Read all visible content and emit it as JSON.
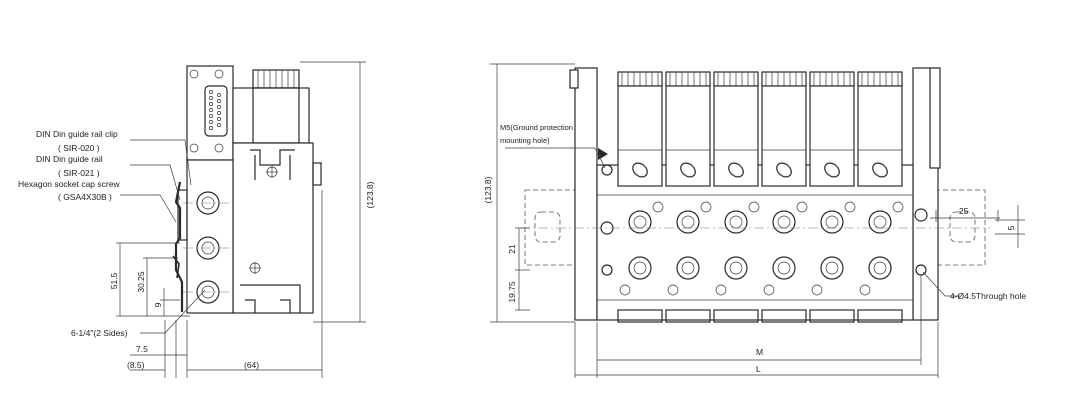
{
  "side_view": {
    "callouts": {
      "din_clip": "DIN Din guide rail clip",
      "din_clip_code": "( SIR-020 )",
      "din_rail": "DIN Din guide rail",
      "din_rail_code": "( SIR-021 )",
      "screw": "Hexagon socket cap screw",
      "screw_code": "( GSA4X30B )",
      "ports": "6-1/4\"(2 Sides)"
    },
    "dims": {
      "d51_5": "51.5",
      "d30_25": "30.25",
      "d9": "9",
      "d7_5": "7.5",
      "d8_5": "(8.5)",
      "d64": "(64)",
      "d123_8": "(123.8)"
    }
  },
  "front_view": {
    "callouts": {
      "ground_1": "M5(Ground protection",
      "ground_2": "mounting hole)",
      "through_hole": "4-Ø4.5Through hole"
    },
    "dims": {
      "d123_8": "(123.8)",
      "d21": "21",
      "d19_75": "19.75",
      "d25": "25",
      "d5": "5",
      "M": "M",
      "L": "L"
    },
    "valve_count": 6
  }
}
